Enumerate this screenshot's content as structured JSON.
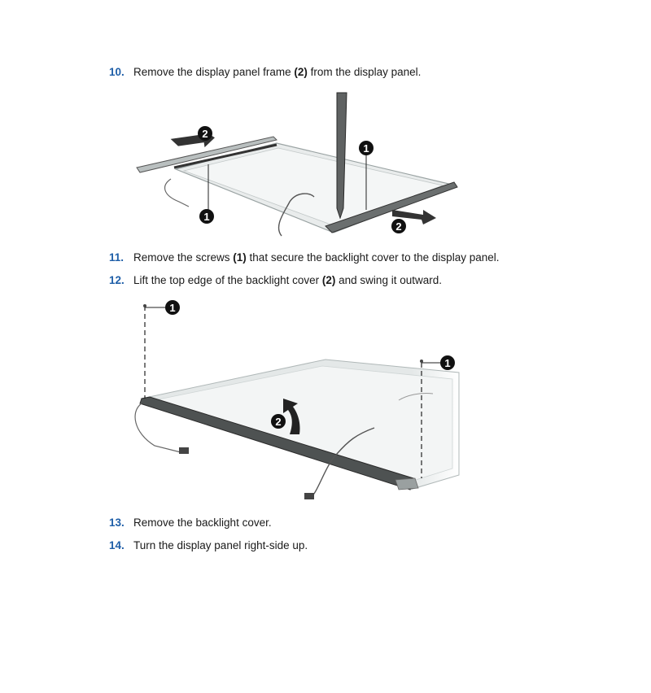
{
  "steps": [
    {
      "num": "10.",
      "pre": "Remove the display panel frame ",
      "bold": "(2)",
      "post": " from the display panel."
    },
    {
      "num": "11.",
      "pre": "Remove the screws ",
      "bold": "(1)",
      "post": " that secure the backlight cover to the display panel."
    },
    {
      "num": "12.",
      "pre": "Lift the top edge of the backlight cover ",
      "bold": "(2)",
      "post": " and swing it outward."
    },
    {
      "num": "13.",
      "text": "Remove the backlight cover."
    },
    {
      "num": "14.",
      "text": "Turn the display panel right-side up."
    }
  ],
  "figure1": {
    "callouts": [
      "2",
      "1",
      "1",
      "2"
    ]
  },
  "figure2": {
    "callouts": [
      "1",
      "1",
      "2"
    ]
  },
  "colors": {
    "step_number": "#1f5fa8",
    "callout": "#111111"
  }
}
